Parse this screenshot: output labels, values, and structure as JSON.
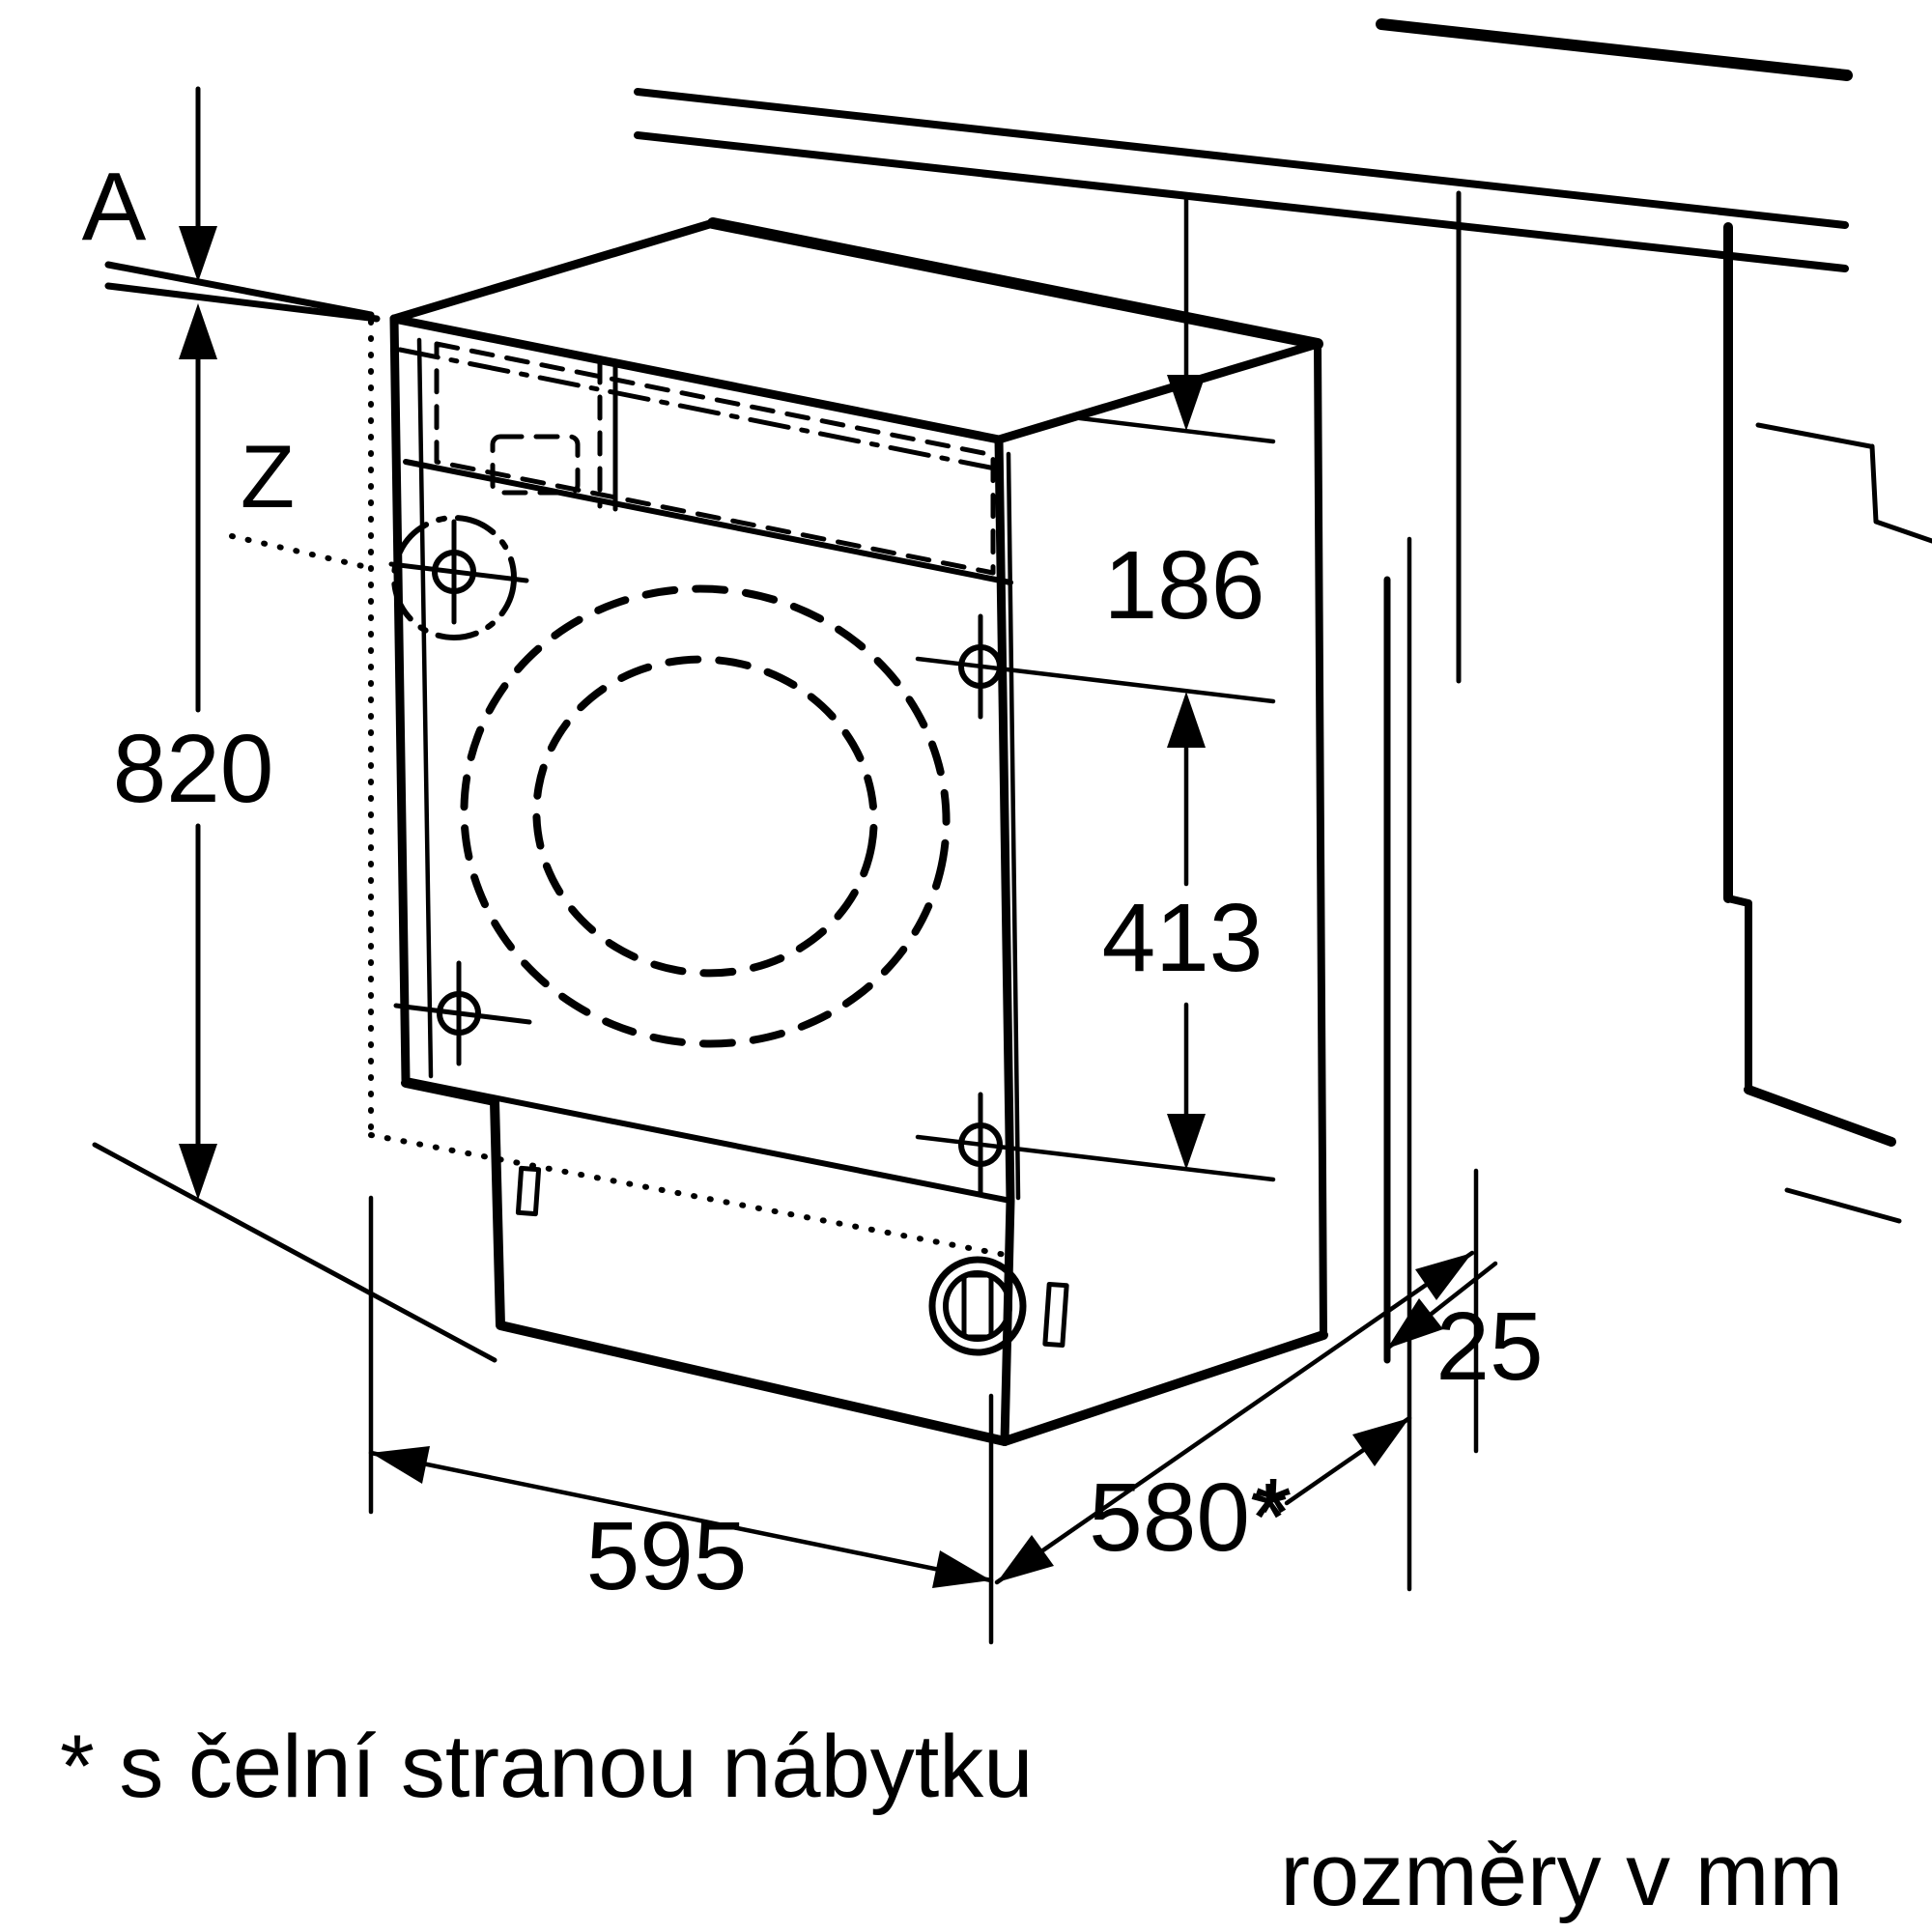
{
  "diagram": {
    "type": "installation-dimension-drawing",
    "subject": "built-in washing machine in kitchen cabinetry niche",
    "labels": {
      "gap_top": "A",
      "detail": "Z"
    },
    "dimensions": {
      "niche_height": "820",
      "top_to_hinge_line": "186",
      "hinge_hole_spacing": "413",
      "width": "595",
      "depth_with_furniture_front": "580*",
      "furniture_front_gap": "25",
      "asterisk_marker": "*"
    },
    "footnote": "* s čelní stranou nábytku",
    "units_note": "rozměry v mm",
    "colors": {
      "line": "#000000",
      "background": "#ffffff"
    }
  }
}
